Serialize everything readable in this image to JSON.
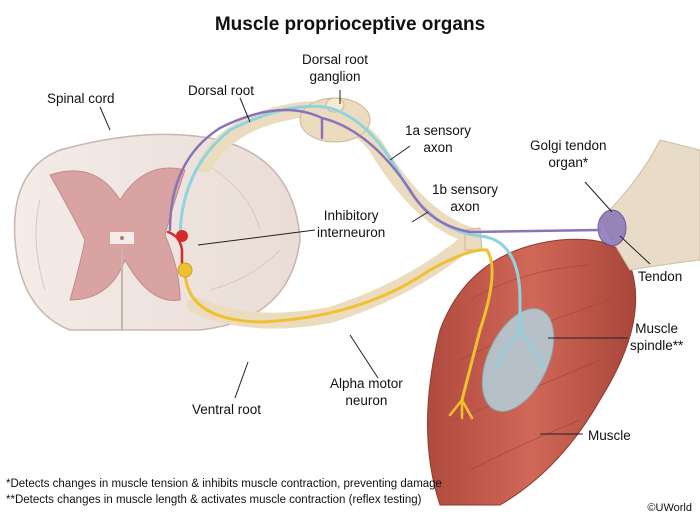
{
  "title": "Muscle proprioceptive organs",
  "labels": {
    "spinal_cord": "Spinal cord",
    "dorsal_root": "Dorsal root",
    "drg_line1": "Dorsal root",
    "drg_line2": "ganglion",
    "s1a_line1": "1a sensory",
    "s1a_line2": "axon",
    "s1b_line1": "1b sensory",
    "s1b_line2": "axon",
    "golgi_line1": "Golgi tendon",
    "golgi_line2": "organ*",
    "inter_line1": "Inhibitory",
    "inter_line2": "interneuron",
    "tendon": "Tendon",
    "spindle_line1": "Muscle",
    "spindle_line2": "spindle**",
    "alpha_line1": "Alpha motor",
    "alpha_line2": "neuron",
    "ventral_root": "Ventral root",
    "muscle": "Muscle"
  },
  "footnotes": {
    "note1": "*Detects changes in muscle tension & inhibits muscle contraction, preventing damage",
    "note2": "**Detects changes in muscle length & activates muscle contraction (reflex testing)"
  },
  "copyright": "©UWorld",
  "colors": {
    "gray_matter": "#d9a3a3",
    "white_matter": "#efe3de",
    "nerve_sheath": "#ecdcbf",
    "axon_1a": "#8fd3e0",
    "axon_1b": "#8a73b8",
    "motor_axon": "#f0c030",
    "interneuron": "#d42a2a",
    "muscle": "#c2574a",
    "tendon": "#e8dcc8"
  }
}
